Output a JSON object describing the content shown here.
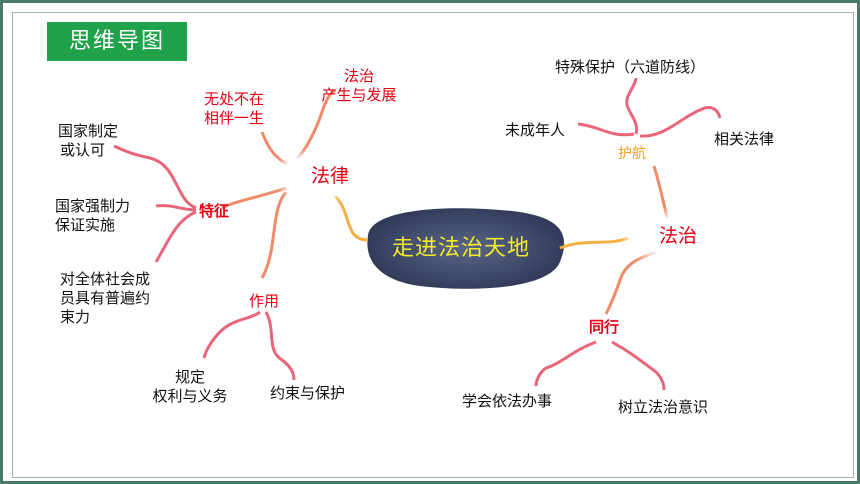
{
  "title": "思维导图",
  "center": "走进法治天地",
  "law": {
    "label": "法律",
    "origin": [
      "法治",
      "产生与发展"
    ],
    "everywhere": [
      "无处不在",
      "相伴一生"
    ],
    "features": {
      "label": "特征",
      "items": [
        [
          "国家制定",
          "或认可"
        ],
        [
          "国家强制力",
          "保证实施"
        ],
        [
          "对全体社会成",
          "员具有普遍约",
          "束力"
        ]
      ]
    },
    "roles": {
      "label": "作用",
      "items": [
        [
          "规定",
          "权利与义务"
        ],
        [
          "约束与保护"
        ]
      ]
    }
  },
  "rule_of_law": {
    "label": "法治",
    "escort": {
      "label": "护航",
      "minors": "未成年人",
      "special": "特殊保护（六道防线）",
      "laws": "相关法律"
    },
    "together": {
      "label": "同行",
      "items": [
        "学会依法办事",
        "树立法治意识"
      ]
    }
  },
  "colors": {
    "frame": "#4a7a68",
    "title_bg": "#1fa24a",
    "branch_pink": "#e8657a",
    "branch_salmon": "#f08a6a",
    "branch_orange": "#f4b044",
    "keyword_red": "#e60012",
    "center_text": "#f2ea2a"
  }
}
